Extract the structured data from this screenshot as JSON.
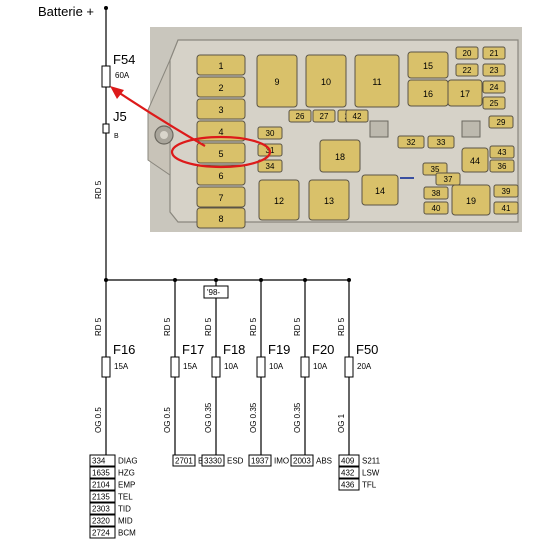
{
  "supply": {
    "label": "Batterie +"
  },
  "main_fuse": {
    "name": "F54",
    "rating": "60A",
    "wire": "RD 5"
  },
  "connector": {
    "name": "J5",
    "pin": "B"
  },
  "year_tag": "'98-",
  "fusebox": {
    "fuses": [
      "1",
      "2",
      "3",
      "4",
      "5",
      "6",
      "7",
      "8",
      "9",
      "10",
      "11",
      "12",
      "13",
      "14",
      "15",
      "16",
      "17",
      "18",
      "19",
      "20",
      "21",
      "22",
      "23",
      "24",
      "25",
      "26",
      "27",
      "28",
      "29",
      "30",
      "31",
      "32",
      "33",
      "34",
      "35",
      "36",
      "37",
      "38",
      "39",
      "40",
      "41",
      "42",
      "43",
      "44"
    ],
    "highlighted": "5"
  },
  "branches": [
    {
      "wire_in": "RD 5",
      "fuse": "F16",
      "rating": "15A",
      "wire_out": "OG 0.5",
      "connectors": [
        {
          "pin": "334",
          "name": "DIAG"
        },
        {
          "pin": "1635",
          "name": "HZG"
        },
        {
          "pin": "2104",
          "name": "EMP"
        },
        {
          "pin": "2135",
          "name": "TEL"
        },
        {
          "pin": "2303",
          "name": "TID"
        },
        {
          "pin": "2320",
          "name": "MID"
        },
        {
          "pin": "2724",
          "name": "BCM"
        }
      ]
    },
    {
      "wire_in": "RD 5",
      "fuse": "F17",
      "rating": "15A",
      "wire_out": "OG 0.5",
      "connectors": [
        {
          "pin": "2701",
          "name": "BCM"
        }
      ]
    },
    {
      "wire_in": "RD 5",
      "fuse": "F18",
      "rating": "10A",
      "wire_out": "OG 0.35",
      "connectors": [
        {
          "pin": "3330",
          "name": "ESD"
        }
      ]
    },
    {
      "wire_in": "RD 5",
      "fuse": "F19",
      "rating": "10A",
      "wire_out": "OG 0.35",
      "connectors": [
        {
          "pin": "1937",
          "name": "IMO"
        }
      ]
    },
    {
      "wire_in": "RD 5",
      "fuse": "F20",
      "rating": "10A",
      "wire_out": "OG 0.35",
      "connectors": [
        {
          "pin": "2003",
          "name": "ABS"
        }
      ]
    },
    {
      "wire_in": "RD 5",
      "fuse": "F50",
      "rating": "20A",
      "wire_out": "OG 1",
      "connectors": [
        {
          "pin": "409",
          "name": "S211"
        },
        {
          "pin": "432",
          "name": "LSW"
        },
        {
          "pin": "436",
          "name": "TFL"
        }
      ]
    }
  ],
  "colors": {
    "fuse_fill": "#d9c16a",
    "fusebox_bg": "#d6d2c8",
    "arrow": "#dd1a1a"
  }
}
